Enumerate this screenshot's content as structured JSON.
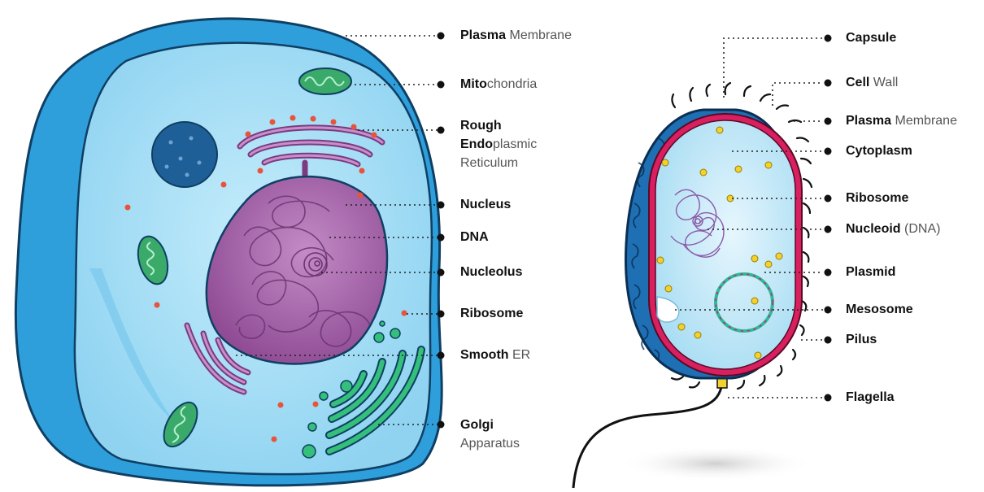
{
  "eukaryotic_labels": {
    "plasma_membrane": {
      "bold": "Plasma",
      "rest": "Membrane"
    },
    "mitochondria": {
      "bold": "Mito",
      "rest": "chondria"
    },
    "rough_er": {
      "line1_bold": "Rough",
      "line2_bold": "Endo",
      "line2_rest": "plasmic",
      "line3": "Reticulum"
    },
    "nucleus": {
      "bold": "Nucleus",
      "rest": ""
    },
    "dna": {
      "bold": "DNA",
      "rest": ""
    },
    "nucleolus": {
      "bold": "Nucleolus",
      "rest": ""
    },
    "ribosome": {
      "bold": "Ribosome",
      "rest": ""
    },
    "smooth_er": {
      "bold": "Smooth",
      "rest": "ER"
    },
    "golgi": {
      "line1_bold": "Golgi",
      "line2": "Apparatus"
    }
  },
  "prokaryotic_labels": {
    "capsule": {
      "bold": "Capsule",
      "rest": ""
    },
    "cell_wall": {
      "bold": "Cell",
      "rest": "Wall"
    },
    "plasma_membrane": {
      "bold": "Plasma",
      "rest": "Membrane"
    },
    "cytoplasm": {
      "bold": "Cytoplasm",
      "rest": ""
    },
    "ribosome": {
      "bold": "Ribosome",
      "rest": ""
    },
    "nucleoid": {
      "bold": "Nucleoid",
      "rest": "(DNA)"
    },
    "plasmid": {
      "bold": "Plasmid",
      "rest": ""
    },
    "mesosome": {
      "bold": "Mesosome",
      "rest": ""
    },
    "pilus": {
      "bold": "Pilus",
      "rest": ""
    },
    "flagella": {
      "bold": "Flagella",
      "rest": ""
    }
  },
  "colors": {
    "cell_outer": "#2f9fdc",
    "cytoplasm": "#9fdcf5",
    "nucleus": "#a45aa8",
    "mitochondria": "#3aaa6a",
    "golgi": "#34c07a",
    "vesicle_dark": "#1f5f98",
    "ribosome_red": "#e8533b",
    "bacteria_wall": "#1e6fb3",
    "bacteria_membrane": "#d81f5f",
    "bacteria_ribosome": "#f2d22e",
    "plasmid": "#2fb89c",
    "leader_line": "#222222"
  }
}
